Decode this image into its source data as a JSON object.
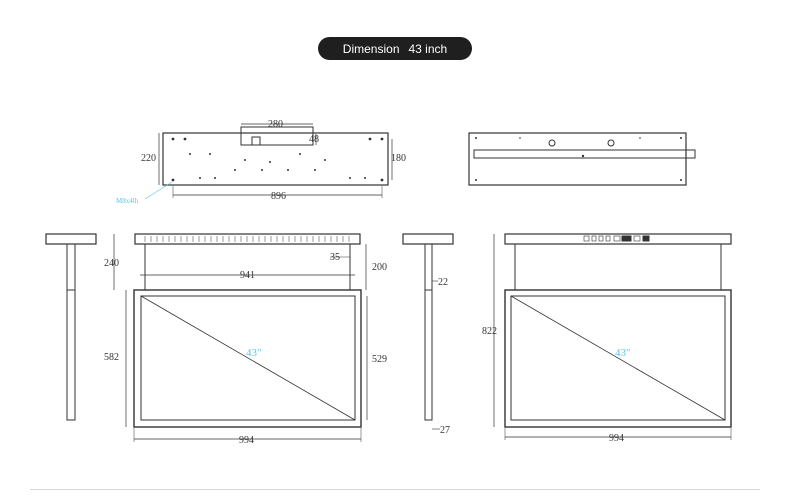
{
  "header": {
    "label": "Dimension",
    "size": "43 inch"
  },
  "top_view": {
    "dim_width": "280",
    "dim_48": "48",
    "dim_height_left": "220",
    "dim_height_right": "180",
    "dim_length": "896",
    "callout": "M8x4lh"
  },
  "front_view": {
    "dim_240": "240",
    "dim_35": "35",
    "dim_200": "200",
    "dim_941": "941",
    "dim_582": "582",
    "dim_529": "529",
    "screen_size": "43\"",
    "dim_994": "994"
  },
  "side_view": {
    "dim_22": "22",
    "dim_27": "27"
  },
  "rear_view": {
    "dim_822": "822",
    "screen_size": "43\"",
    "dim_994": "994"
  },
  "colors": {
    "pill_bg": "#1f1f1f",
    "line": "#333333",
    "accent": "#59c7e8"
  }
}
